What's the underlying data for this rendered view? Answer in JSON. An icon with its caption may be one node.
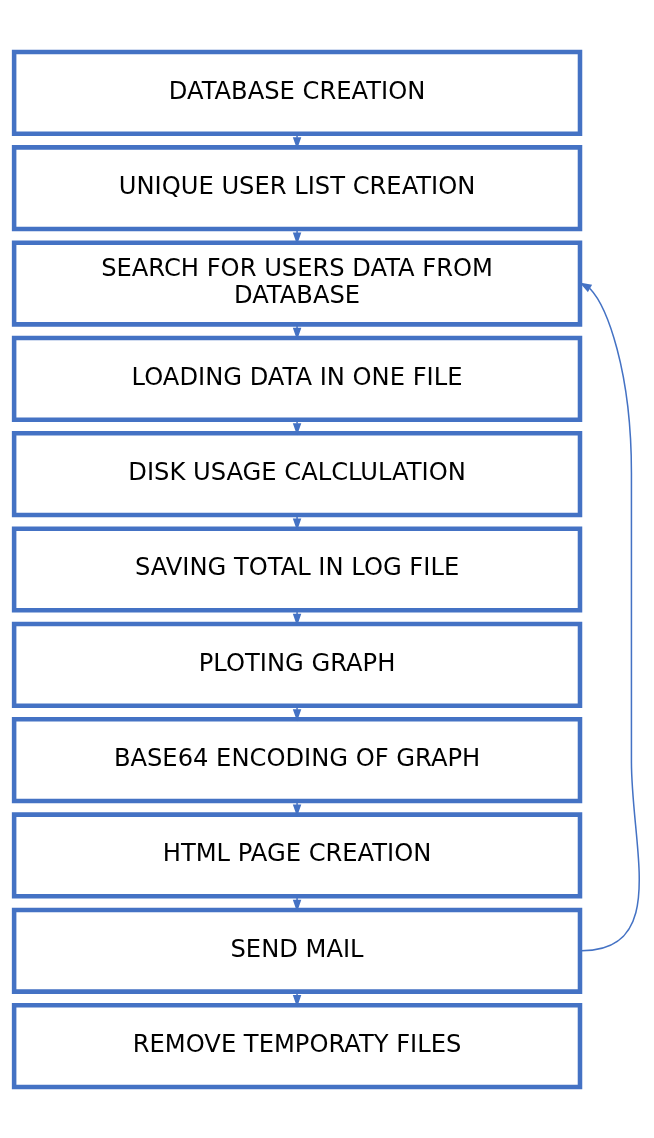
{
  "diagram": {
    "nodes": [
      {
        "text": [
          "DATABASE CREATION"
        ]
      },
      {
        "text": [
          "UNIQUE USER LIST CREATION"
        ]
      },
      {
        "text": [
          "SEARCH FOR USERS DATA FROM DATABASE"
        ]
      },
      {
        "text": [
          "LOADING DATA IN ONE FILE"
        ]
      },
      {
        "text": [
          "DISK USAGE CALCLULATION"
        ]
      },
      {
        "text": [
          "SAVING TOTAL IN LOG FILE"
        ]
      },
      {
        "text": [
          "PLOTING GRAPH"
        ]
      },
      {
        "text": [
          "BASE64 ENCODING OF GRAPH"
        ]
      },
      {
        "text": [
          "HTML PAGE CREATION"
        ]
      },
      {
        "text": [
          "SEND MAIL"
        ]
      },
      {
        "text": [
          "REMOVE TEMPORATY FILES"
        ]
      }
    ],
    "edges": [
      {
        "from": 0,
        "to": 1,
        "arrow": "to"
      },
      {
        "from": 1,
        "to": 2,
        "arrow": "to"
      },
      {
        "from": 2,
        "to": 3,
        "arrow": "to"
      },
      {
        "from": 3,
        "to": 4,
        "arrow": "to"
      },
      {
        "from": 4,
        "to": 5,
        "arrow": "to"
      },
      {
        "from": 5,
        "to": 6,
        "arrow": "to"
      },
      {
        "from": 6,
        "to": 7,
        "arrow": "to"
      },
      {
        "from": 7,
        "to": 8,
        "arrow": "to"
      },
      {
        "from": 8,
        "to": 9,
        "arrow": "to"
      },
      {
        "from": 9,
        "to": 10,
        "arrow": "to"
      },
      {
        "from": 9,
        "to": 2,
        "arrow": "to"
      }
    ]
  }
}
